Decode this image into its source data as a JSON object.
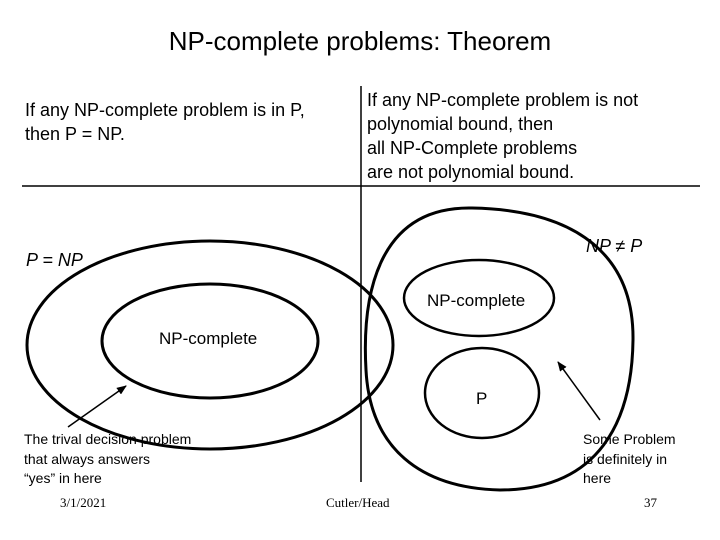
{
  "title": "NP-complete problems: Theorem",
  "left_statement": [
    "If any NP-complete problem is in P,",
    "then P = NP."
  ],
  "right_statement": [
    "If any NP-complete problem is not",
    "polynomial bound, then",
    "all NP-Complete problems",
    "are not polynomial bound."
  ],
  "left_diagram": {
    "outer_label": "P = NP",
    "inner_label": "NP-complete",
    "note": [
      "The trival decision problem",
      "that always answers",
      "“yes” in here"
    ]
  },
  "right_diagram": {
    "outer_label": "NP ≠ P",
    "np_complete_label": "NP-complete",
    "p_label": "P",
    "note": [
      "Some Problem",
      "is definitely in",
      "here"
    ]
  },
  "footer": {
    "date": "3/1/2021",
    "author": "Cutler/Head",
    "page": "37"
  }
}
